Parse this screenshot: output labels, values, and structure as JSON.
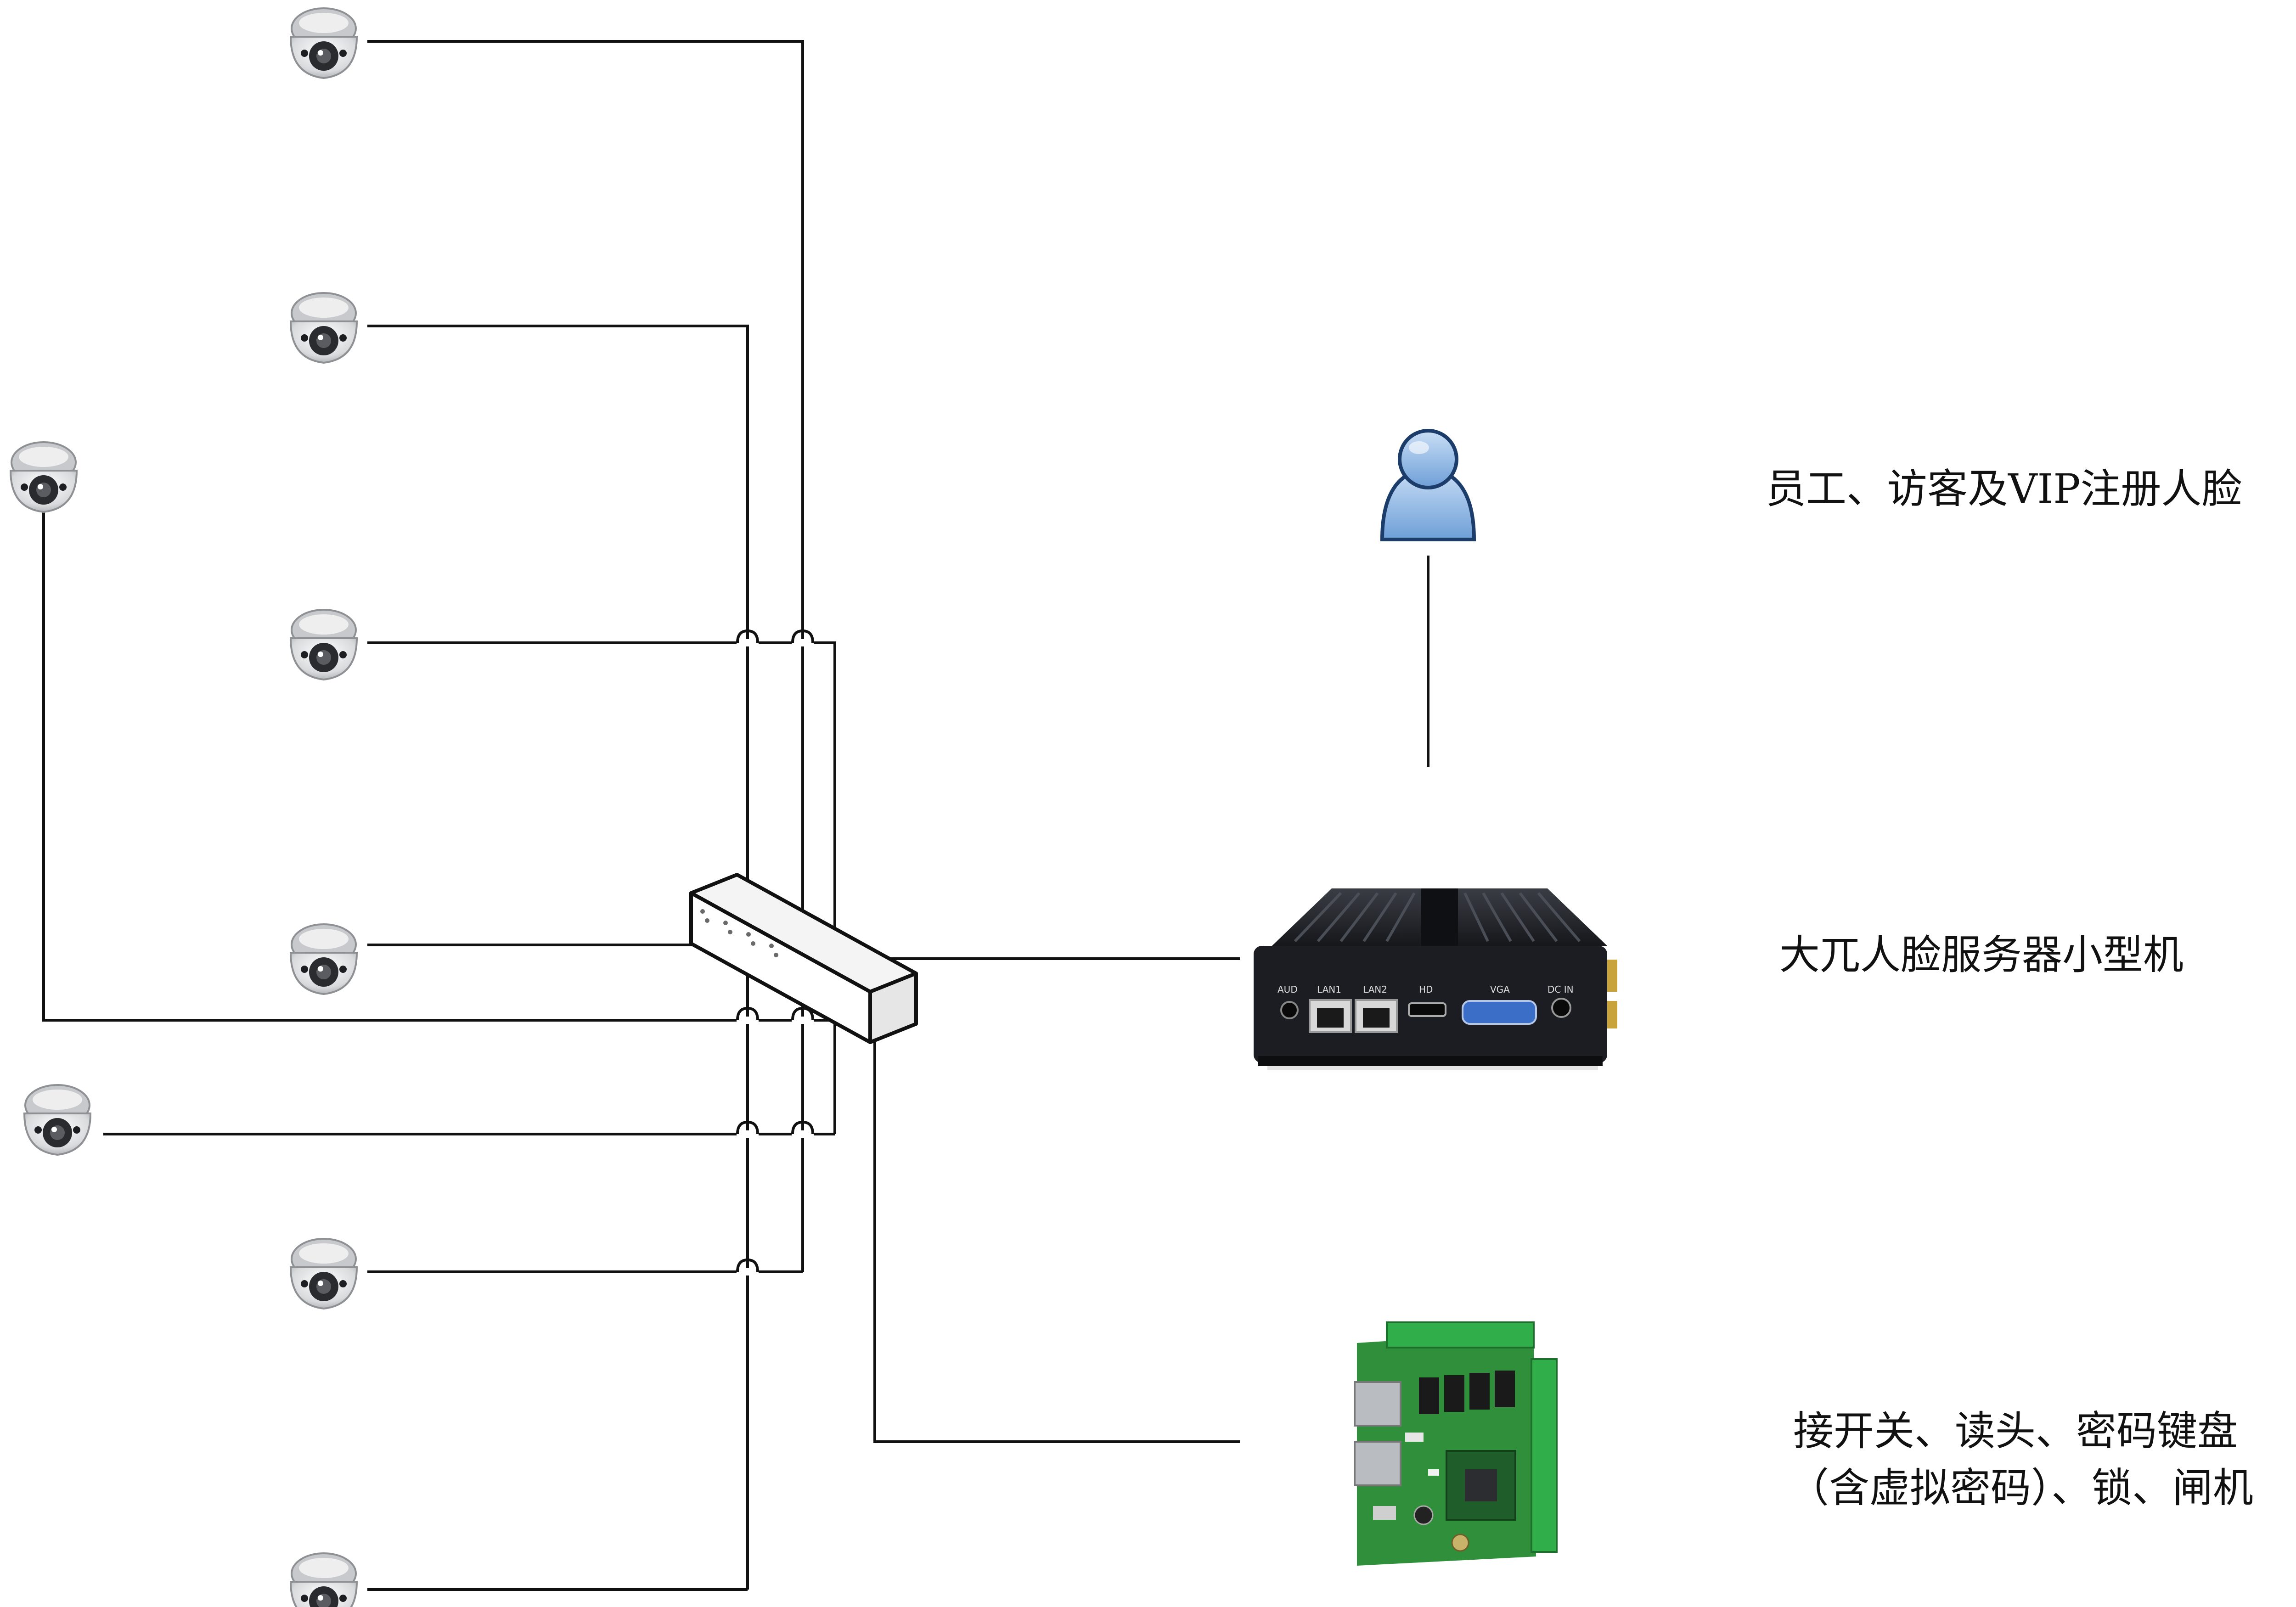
{
  "labels": {
    "registration": "员工、访客及VIP注册人脸",
    "server": "大兀人脸服务器小型机",
    "controller_line1": "接开关、读头、密码键盘",
    "controller_line2": "（含虚拟密码）、锁、闸机"
  },
  "devices": {
    "server_ports": [
      "AUD",
      "LAN1",
      "LAN2",
      "HD",
      "VGA",
      "DC IN"
    ]
  },
  "icons": {
    "camera": "dome-camera-icon",
    "switch": "network-switch-icon",
    "user": "user-icon",
    "server": "mini-pc-server-icon",
    "controller": "access-control-board-icon"
  },
  "colors": {
    "wire": "#111111",
    "user_blue": "#8fb7e6",
    "server_body": "#1b1d22",
    "board_green": "#2f8f3a",
    "terminal_green": "#2fae4a"
  }
}
